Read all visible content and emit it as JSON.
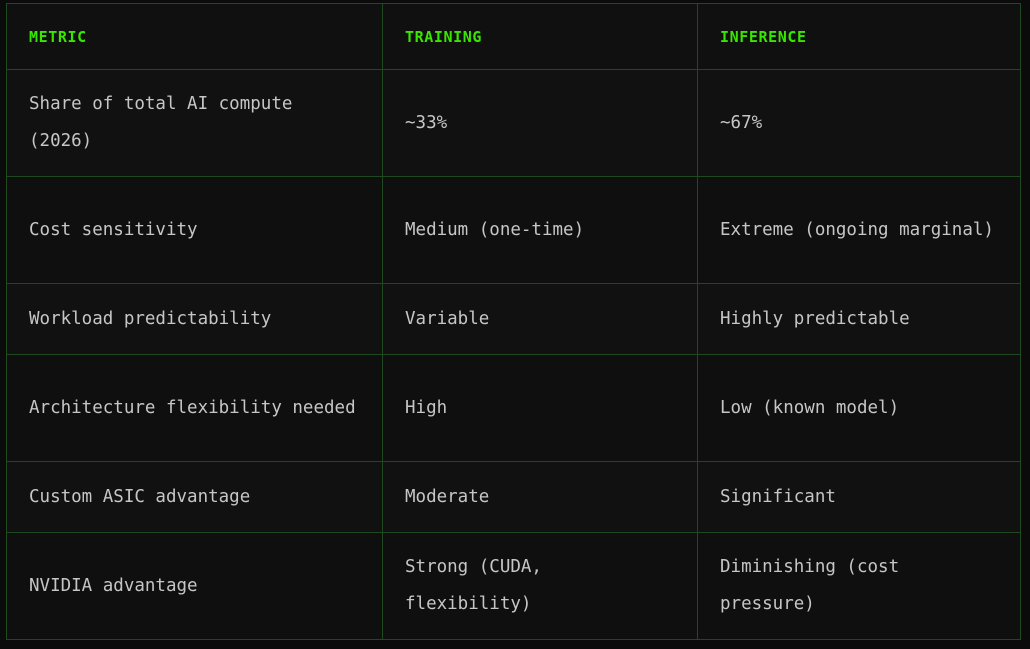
{
  "table": {
    "headers": [
      "METRIC",
      "TRAINING",
      "INFERENCE"
    ],
    "rows": [
      [
        "Share of total AI compute (2026)",
        "~33%",
        "~67%"
      ],
      [
        "Cost sensitivity",
        "Medium (one-time)",
        "Extreme (ongoing marginal)"
      ],
      [
        "Workload predictability",
        "Variable",
        "Highly predictable"
      ],
      [
        "Architecture flexibility needed",
        "High",
        "Low (known model)"
      ],
      [
        "Custom ASIC advantage",
        "Moderate",
        "Significant"
      ],
      [
        "NVIDIA advantage",
        "Strong (CUDA, flexibility)",
        "Diminishing (cost pressure)"
      ]
    ]
  },
  "colors": {
    "header_text": "#39e600",
    "grid_line": "#1f4a1f",
    "cell_text": "#c6c6c6",
    "background": "#0b0b0b"
  }
}
